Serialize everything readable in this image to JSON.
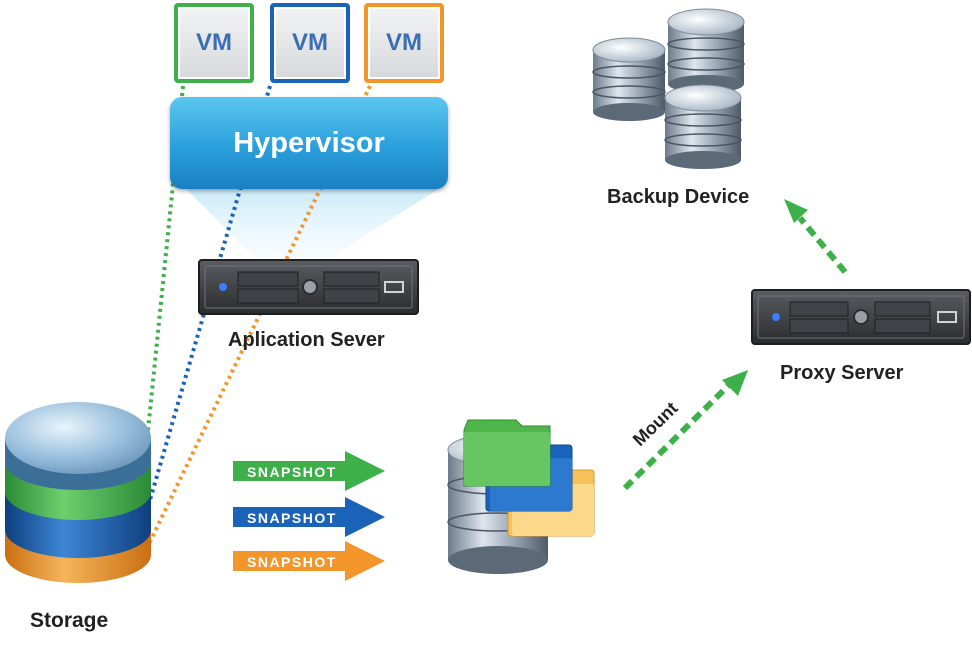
{
  "vms": [
    {
      "label": "VM",
      "color": "#3db04a"
    },
    {
      "label": "VM",
      "color": "#1a63b8"
    },
    {
      "label": "VM",
      "color": "#f3962a"
    }
  ],
  "hypervisor": {
    "label": "Hypervisor"
  },
  "application_server": {
    "label": "Aplication Sever"
  },
  "storage": {
    "label": "Storage"
  },
  "backup_device": {
    "label": "Backup Device"
  },
  "proxy_server": {
    "label": "Proxy Server"
  },
  "mount": {
    "label": "Mount"
  },
  "snapshots": [
    {
      "label": "SNAPSHOT",
      "color": "#3db04a"
    },
    {
      "label": "SNAPSHOT",
      "color": "#1a63b8"
    },
    {
      "label": "SNAPSHOT",
      "color": "#f3962a"
    }
  ]
}
